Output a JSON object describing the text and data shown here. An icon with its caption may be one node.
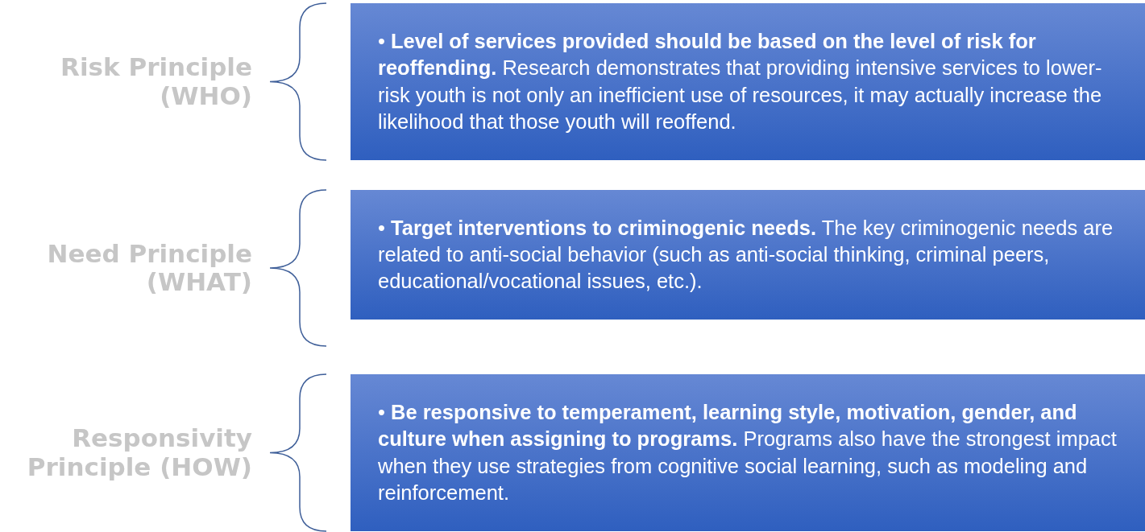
{
  "diagram": {
    "nodes": [
      {
        "text": [
          "• **Level of services provided should be based on the level of risk for reoffending.** Research demonstrates that providing intensive services to lower-risk youth is not only an inefficient use of resources, it may actually increase the likelihood that those youth will reoffend."
        ]
      },
      {
        "text": [
          "• **Target interventions to criminogenic needs.** The key criminogenic needs are related to anti-social behavior (such as anti-social thinking, criminal peers, educational/vocational issues, etc.)."
        ]
      },
      {
        "text": [
          "• **Be responsive to temperament, learning style, motivation, gender, and culture when assigning to programs.** Programs also have the strongest impact when they use strategies from cognitive social learning, such as modeling and reinforcement."
        ]
      }
    ],
    "labels": [
      "Risk Principle (WHO)",
      "Need Principle (WHAT)",
      "Responsivity Principle (HOW)"
    ]
  }
}
